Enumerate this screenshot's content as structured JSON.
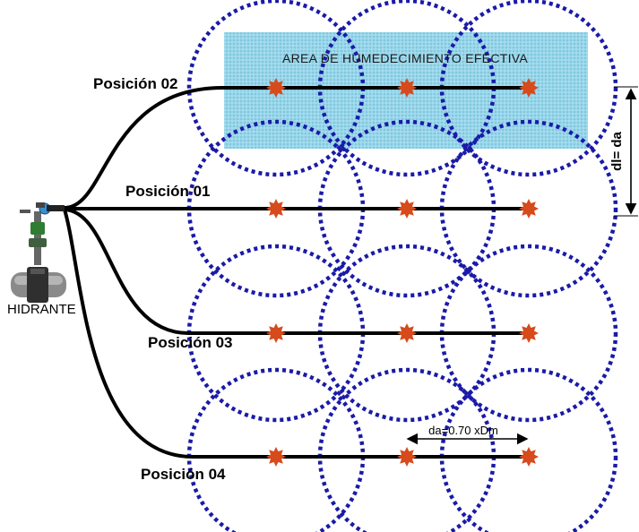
{
  "area_label": "AREA DE HUMEDECIMIENTO EFECTIVA",
  "hydrant_label": "HIDRANTE",
  "dimension_horizontal": "da=0.70 xDm",
  "dimension_vertical": "dl= da",
  "positions": [
    {
      "label": "Posición 02"
    },
    {
      "label": "Posición 01"
    },
    {
      "label": "Posición 03"
    },
    {
      "label": "Posición 04"
    }
  ],
  "colors": {
    "circle": "#1a1aa8",
    "sprinkler": "#d64a1c",
    "area_fill": "#8fd0e6",
    "pipe": "#000000"
  }
}
